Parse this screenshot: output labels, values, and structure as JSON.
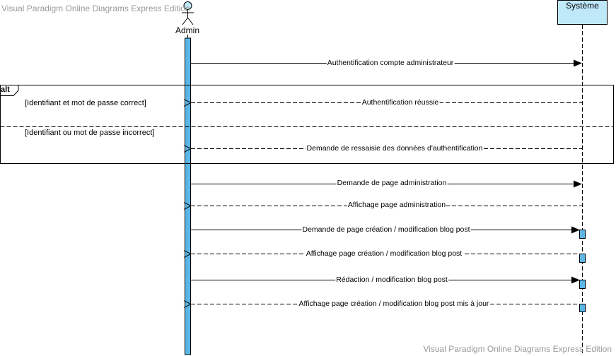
{
  "watermark": "Visual Paradigm Online Diagrams Express Edition",
  "actor": {
    "name": "Admin"
  },
  "system": {
    "name": "Système"
  },
  "fragment": {
    "operator": "alt",
    "guard_1": "[Identifiant et mot de passe correct]",
    "guard_2": "[Identifiant ou mot de passe incorrect]"
  },
  "messages": [
    {
      "label": "Authentification compte administrateur",
      "type": "sync"
    },
    {
      "label": "Authentification réussie",
      "type": "return"
    },
    {
      "label": "Demande de ressaisie des données d'authentification",
      "type": "return"
    },
    {
      "label": "Demande de page administration",
      "type": "sync"
    },
    {
      "label": "Affichage page administration",
      "type": "return"
    },
    {
      "label": "Demande de page création / modification blog post",
      "type": "sync"
    },
    {
      "label": "Affichage page création / modification blog post",
      "type": "return"
    },
    {
      "label": "Rédaction / modification blog post",
      "type": "sync"
    },
    {
      "label": "Affichage page création / modification blog post mis à jour",
      "type": "return"
    }
  ],
  "colors": {
    "activation": "#5bb6e6",
    "system_box": "#bfe8f9"
  }
}
